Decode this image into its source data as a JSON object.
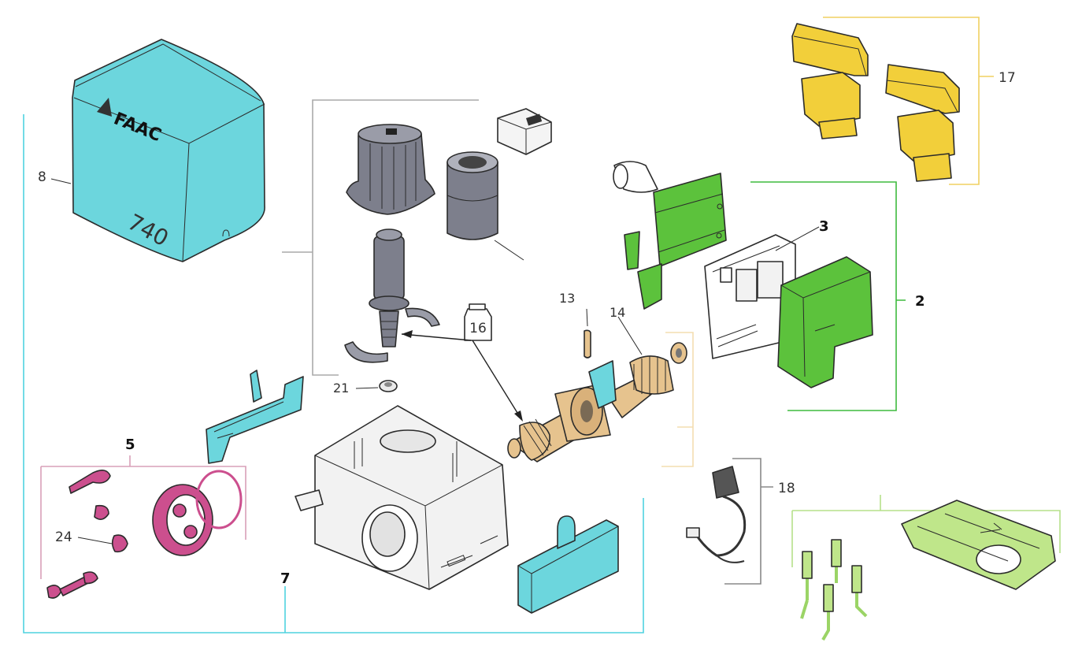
{
  "diagram": {
    "brand": "FAAC",
    "model": "740",
    "part_labels": {
      "p2": "2",
      "p3": "3",
      "p5": "5",
      "p7": "7",
      "p8": "8",
      "p13": "13",
      "p14": "14",
      "p16": "16",
      "p17": "17",
      "p18": "18",
      "p21": "21",
      "p24": "24"
    },
    "colors": {
      "cyan": "#6cd6dd",
      "cyan_line": "#4fd2df",
      "green": "#5cc23c",
      "green_line": "#3fbb3f",
      "yellow": "#f2cf3a",
      "yellow_line": "#f0d060",
      "pink": "#cc4f8e",
      "pink_line": "#d8a0b8",
      "gray": "#7d7f8c",
      "bronze": "#e6c38e",
      "light_green": "#bfe68a",
      "light_green_line": "#b5e08a",
      "gray_line": "#888888",
      "peach_line": "#f4ddb0"
    }
  }
}
